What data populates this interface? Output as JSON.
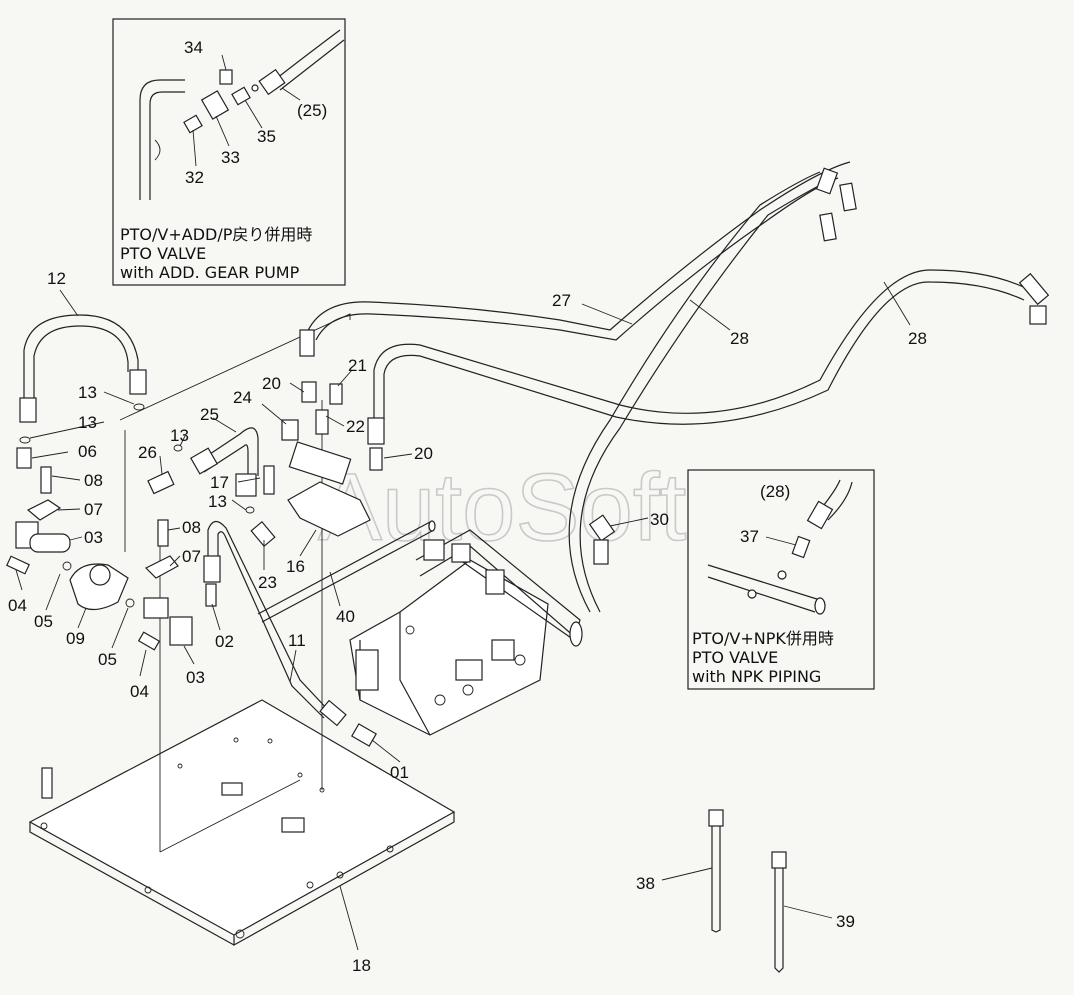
{
  "watermark": "AutoSoft",
  "inset_top": {
    "caption": [
      "PTO/V+ADD/P戻り併用時",
      "PTO VALVE",
      "with ADD. GEAR PUMP"
    ],
    "labels": [
      "34",
      "(25)",
      "35",
      "33",
      "32"
    ]
  },
  "inset_right": {
    "caption": [
      "PTO/V+NPK併用時",
      "PTO VALVE",
      "with NPK PIPING"
    ],
    "labels": [
      "(28)",
      "37"
    ]
  },
  "part_labels": {
    "p12": "12",
    "p13a": "13",
    "p13b": "13",
    "p13c": "13",
    "p13d": "13",
    "p06": "06",
    "p08a": "08",
    "p07a": "07",
    "p03a": "03",
    "p04a": "04",
    "p05a": "05",
    "p09": "09",
    "p05b": "05",
    "p04b": "04",
    "p03b": "03",
    "p08b": "08",
    "p07b": "07",
    "p02": "02",
    "p26": "26",
    "p25": "25",
    "p24": "24",
    "p20a": "20",
    "p21": "21",
    "p22": "22",
    "p20b": "20",
    "p17": "17",
    "p23": "23",
    "p16": "16",
    "p40": "40",
    "p11": "11",
    "p01": "01",
    "p18": "18",
    "p27": "27",
    "p28a": "28",
    "p28b": "28",
    "p30": "30",
    "p38": "38",
    "p39": "39"
  }
}
